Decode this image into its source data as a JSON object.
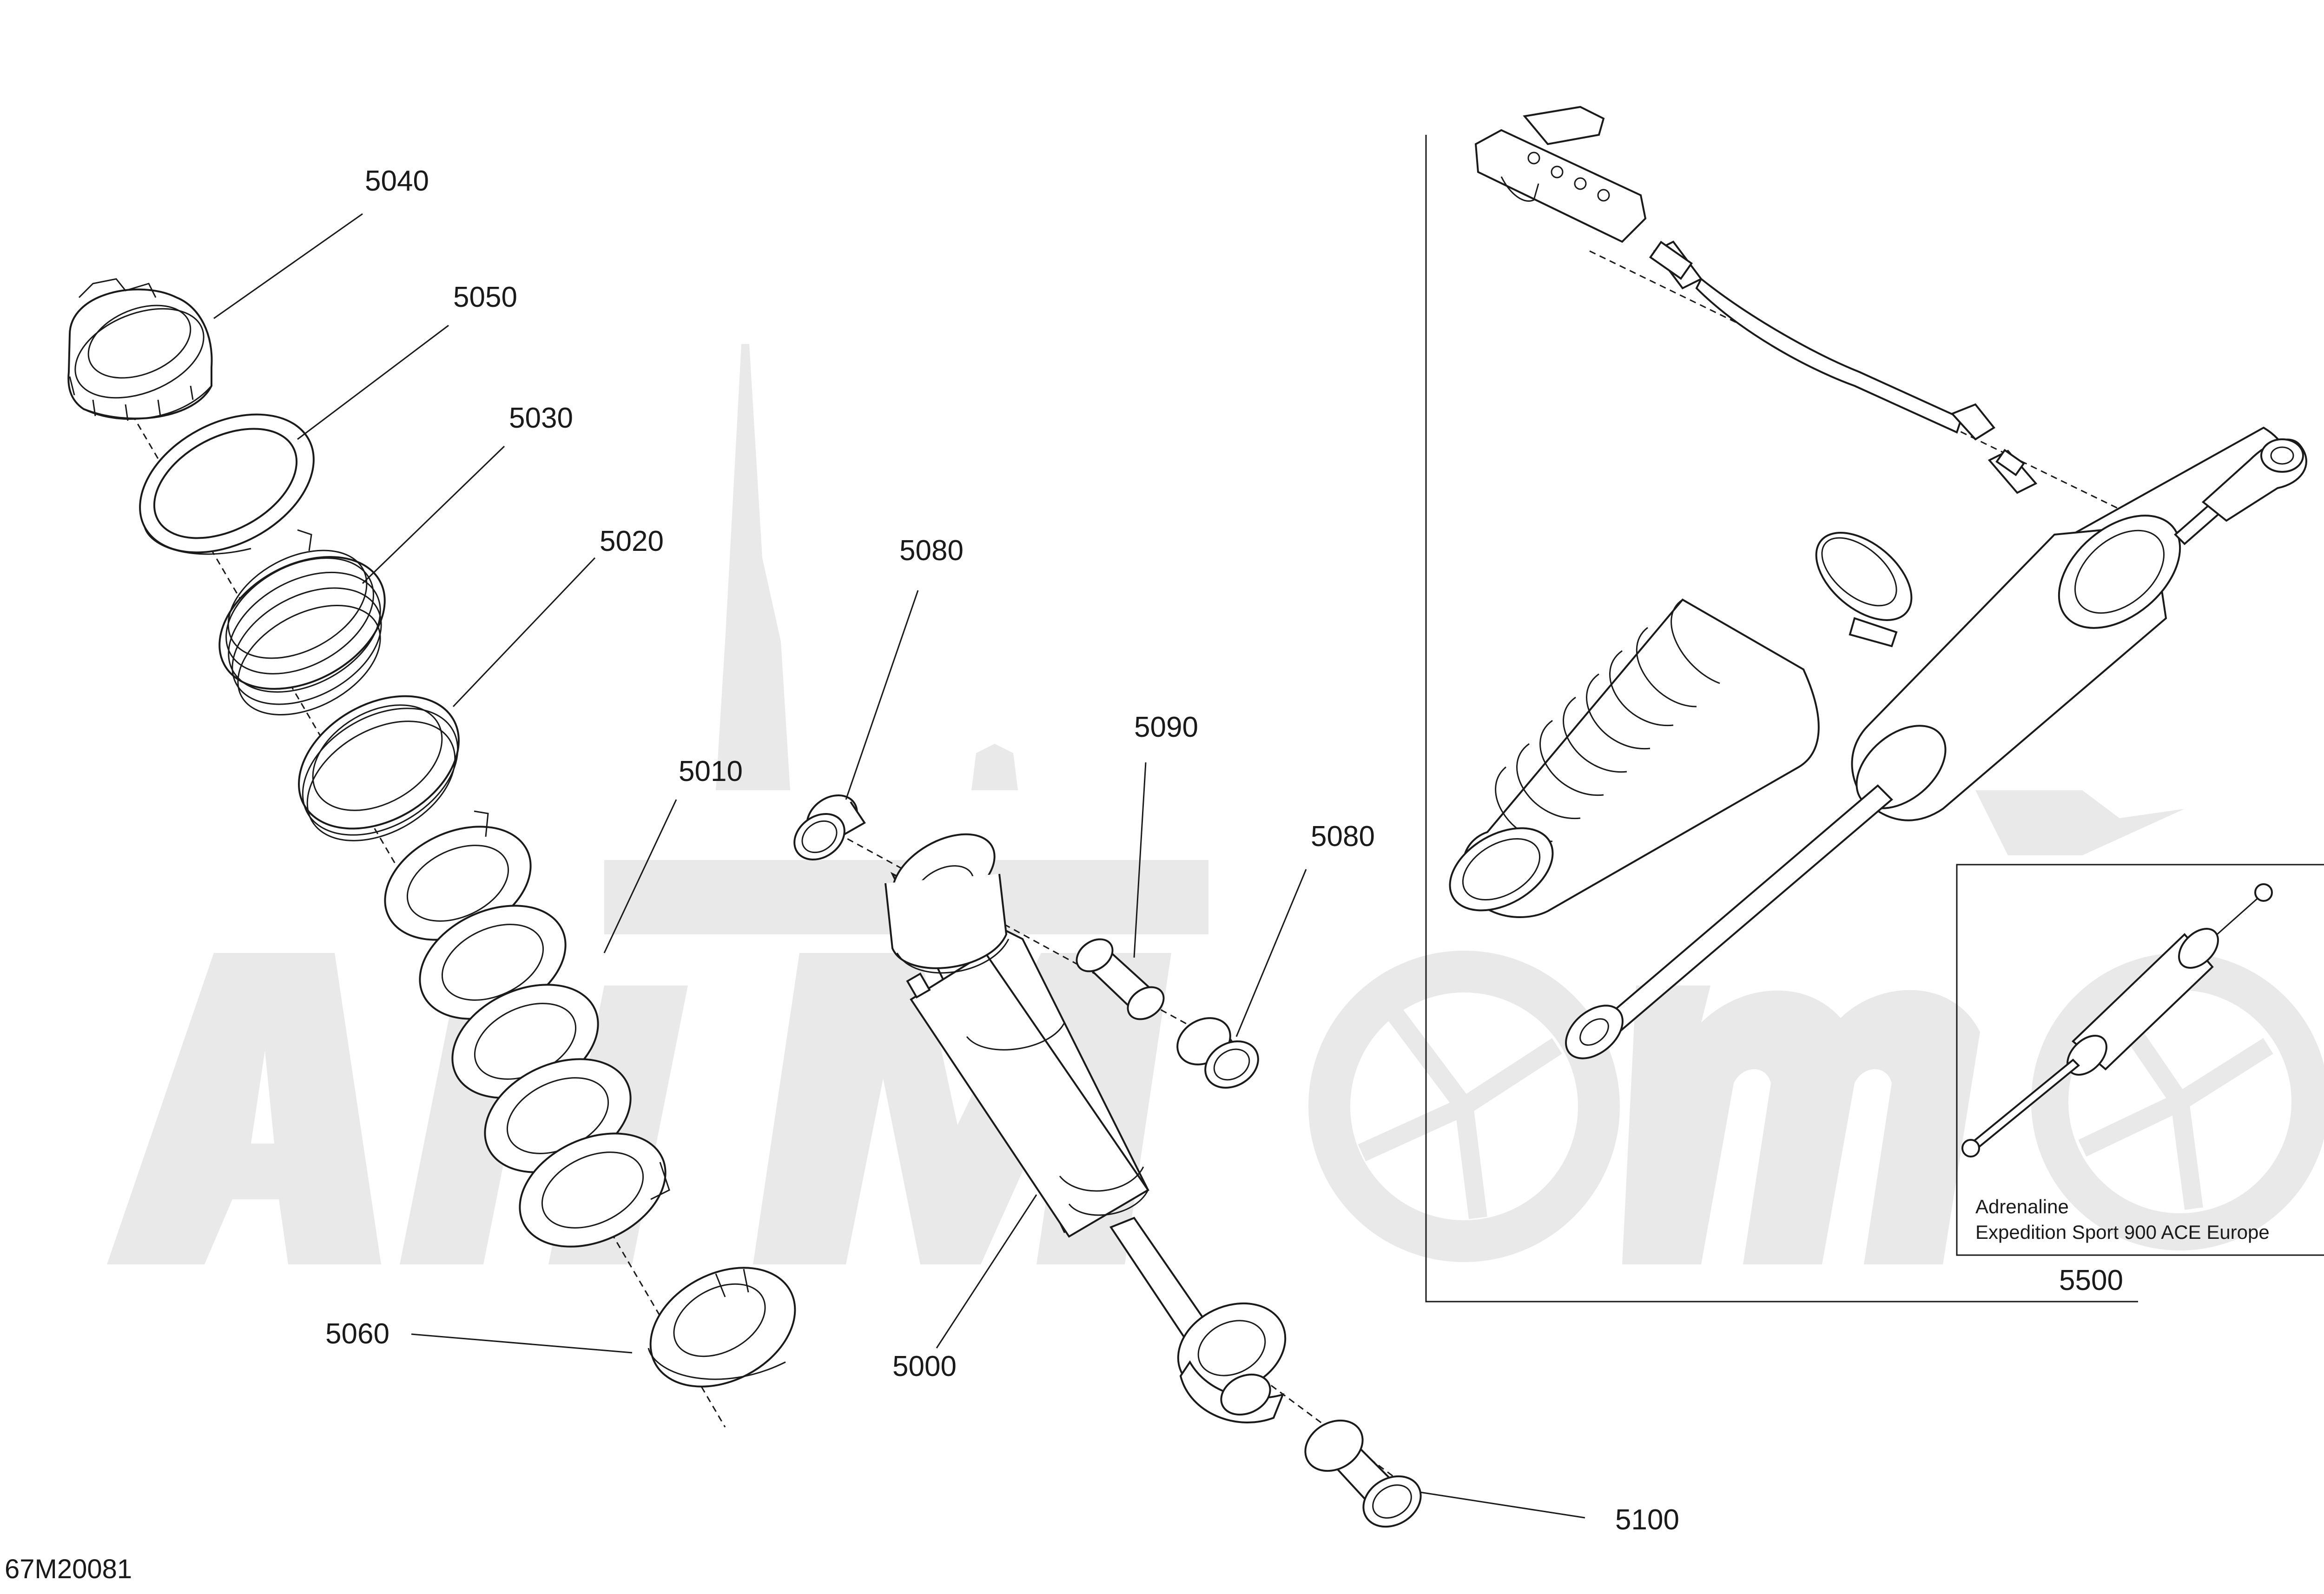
{
  "diagram": {
    "document_id": "67M20081",
    "callouts": [
      "5040",
      "5050",
      "5030",
      "5020",
      "5010",
      "5060",
      "5080",
      "5090",
      "5080",
      "5000",
      "5100",
      "5500"
    ],
    "inset_caption": {
      "line1": "Adrenaline",
      "line2": "Expedition Sport 900 ACE Europe"
    }
  }
}
